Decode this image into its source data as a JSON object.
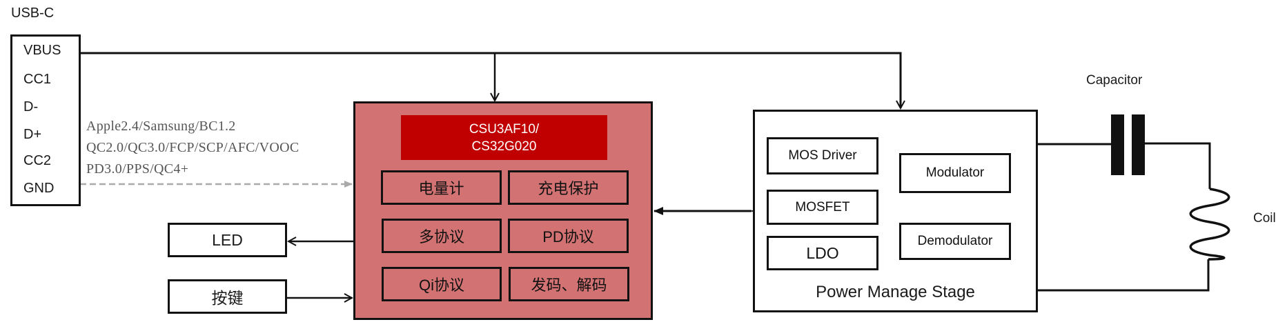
{
  "usb": {
    "title": "USB-C",
    "pins": [
      "VBUS",
      "CC1",
      "D-",
      "D+",
      "CC2",
      "GND"
    ]
  },
  "protocols": {
    "lines": [
      "Apple2.4/Samsung/BC1.2",
      "QC2.0/QC3.0/FCP/SCP/AFC/VOOC",
      "PD3.0/PPS/QC4+"
    ]
  },
  "mcu": {
    "chip_line1": "CSU3AF10/",
    "chip_line2": "CS32G020",
    "functions": [
      "电量计",
      "充电保护",
      "多协议",
      "PD协议",
      "Qi协议",
      "发码、解码"
    ],
    "fill_color": "#d27272",
    "chip_color": "#c00000"
  },
  "peripherals": {
    "led": "LED",
    "key": "按键"
  },
  "power_stage": {
    "title": "Power Manage Stage",
    "blocks": [
      "MOS Driver",
      "MOSFET",
      "LDO",
      "Modulator",
      "Demodulator"
    ]
  },
  "resonant": {
    "capacitor_label": "Capacitor",
    "coil_label": "Coil"
  }
}
